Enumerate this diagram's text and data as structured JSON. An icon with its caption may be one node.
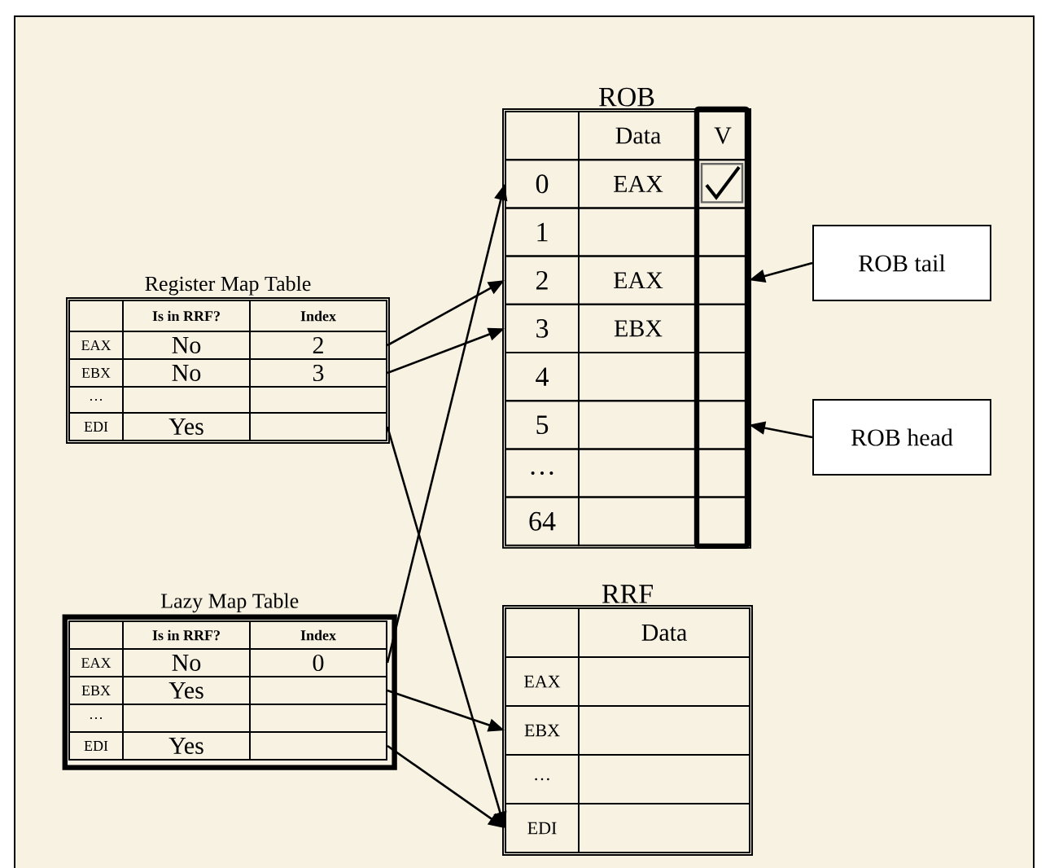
{
  "diagram": {
    "nodes": [
      {
        "text": [
          "Register Map Table"
        ]
      },
      {
        "text": [],
        "shape": "box",
        "in": 0
      },
      {
        "text": [
          "Is in RRF?"
        ],
        "in": 0
      },
      {
        "text": [
          "Index"
        ],
        "in": 0
      },
      {
        "text": [
          "EAX"
        ],
        "in": 0
      },
      {
        "text": [
          "No"
        ],
        "in": 0
      },
      {
        "text": [
          "2"
        ],
        "in": 0
      },
      {
        "text": [
          "EBX"
        ],
        "in": 0
      },
      {
        "text": [
          "No"
        ],
        "in": 0
      },
      {
        "text": [
          "3"
        ],
        "in": 0
      },
      {
        "text": [
          "…"
        ],
        "in": 0
      },
      {
        "text": [],
        "shape": "box",
        "in": 0
      },
      {
        "text": [],
        "shape": "box",
        "in": 0
      },
      {
        "text": [
          "EDI"
        ],
        "in": 0
      },
      {
        "text": [
          "Yes"
        ],
        "in": 0
      },
      {
        "text": [],
        "shape": "box",
        "in": 0
      },
      {
        "text": [
          "Lazy Map Table"
        ]
      },
      {
        "text": [],
        "shape": "box",
        "in": 16
      },
      {
        "text": [
          "Is in RRF?"
        ],
        "in": 16
      },
      {
        "text": [
          "Index"
        ],
        "in": 16
      },
      {
        "text": [
          "EAX"
        ],
        "in": 16
      },
      {
        "text": [
          "No"
        ],
        "in": 16
      },
      {
        "text": [
          "0"
        ],
        "in": 16
      },
      {
        "text": [
          "EBX"
        ],
        "in": 16
      },
      {
        "text": [
          "Yes"
        ],
        "in": 16
      },
      {
        "text": [],
        "shape": "box",
        "in": 16
      },
      {
        "text": [
          "…"
        ],
        "in": 16
      },
      {
        "text": [],
        "shape": "box",
        "in": 16
      },
      {
        "text": [],
        "shape": "box",
        "in": 16
      },
      {
        "text": [
          "EDI"
        ],
        "in": 16
      },
      {
        "text": [
          "Yes"
        ],
        "in": 16
      },
      {
        "text": [],
        "shape": "box",
        "in": 16
      },
      {
        "text": [
          "ROB"
        ]
      },
      {
        "text": [],
        "shape": "box",
        "in": 32
      },
      {
        "text": [
          "Data"
        ],
        "in": 32
      },
      {
        "text": [
          "V"
        ],
        "in": 32
      },
      {
        "text": [
          "0"
        ],
        "in": 32
      },
      {
        "text": [
          "EAX"
        ],
        "in": 32
      },
      {
        "text": [],
        "shape": "checkmark",
        "in": 32
      },
      {
        "text": [
          "1"
        ],
        "in": 32
      },
      {
        "text": [],
        "shape": "box",
        "in": 32
      },
      {
        "text": [],
        "shape": "box",
        "in": 32
      },
      {
        "text": [
          "2"
        ],
        "in": 32
      },
      {
        "text": [
          "EAX"
        ],
        "in": 32
      },
      {
        "text": [],
        "shape": "box",
        "in": 32
      },
      {
        "text": [
          "3"
        ],
        "in": 32
      },
      {
        "text": [
          "EBX"
        ],
        "in": 32
      },
      {
        "text": [],
        "shape": "box",
        "in": 32
      },
      {
        "text": [
          "4"
        ],
        "in": 32
      },
      {
        "text": [],
        "shape": "box",
        "in": 32
      },
      {
        "text": [],
        "shape": "box",
        "in": 32
      },
      {
        "text": [
          "5"
        ],
        "in": 32
      },
      {
        "text": [],
        "shape": "box",
        "in": 32
      },
      {
        "text": [],
        "shape": "box",
        "in": 32
      },
      {
        "text": [
          "…"
        ],
        "in": 32
      },
      {
        "text": [],
        "shape": "box",
        "in": 32
      },
      {
        "text": [],
        "shape": "box",
        "in": 32
      },
      {
        "text": [
          "64"
        ],
        "in": 32
      },
      {
        "text": [],
        "shape": "box",
        "in": 32
      },
      {
        "text": [],
        "shape": "box",
        "in": 32
      },
      {
        "text": [
          "RRF"
        ]
      },
      {
        "text": [],
        "shape": "box",
        "in": 60
      },
      {
        "text": [
          "Data"
        ],
        "in": 60
      },
      {
        "text": [
          "EAX"
        ],
        "in": 60
      },
      {
        "text": [],
        "shape": "box",
        "in": 60
      },
      {
        "text": [
          "EBX"
        ],
        "in": 60
      },
      {
        "text": [],
        "shape": "box",
        "in": 60
      },
      {
        "text": [
          "…"
        ],
        "in": 60
      },
      {
        "text": [],
        "shape": "box",
        "in": 60
      },
      {
        "text": [
          "EDI"
        ],
        "in": 60
      },
      {
        "text": [],
        "shape": "box",
        "in": 60
      },
      {
        "text": [
          "ROB tail"
        ]
      },
      {
        "text": [
          "ROB head"
        ]
      }
    ],
    "edges": [
      {
        "from": 6,
        "to": 42,
        "arrow": "to"
      },
      {
        "from": 9,
        "to": 45,
        "arrow": "to"
      },
      {
        "from": 15,
        "to": 69,
        "arrow": "to"
      },
      {
        "from": 22,
        "to": 36,
        "arrow": "to"
      },
      {
        "from": 25,
        "to": 65,
        "arrow": "to"
      },
      {
        "from": 31,
        "to": 69,
        "arrow": "to"
      },
      {
        "from": 71,
        "to": 44,
        "arrow": "to"
      },
      {
        "from": 72,
        "to": 53,
        "arrow": "to"
      }
    ]
  }
}
